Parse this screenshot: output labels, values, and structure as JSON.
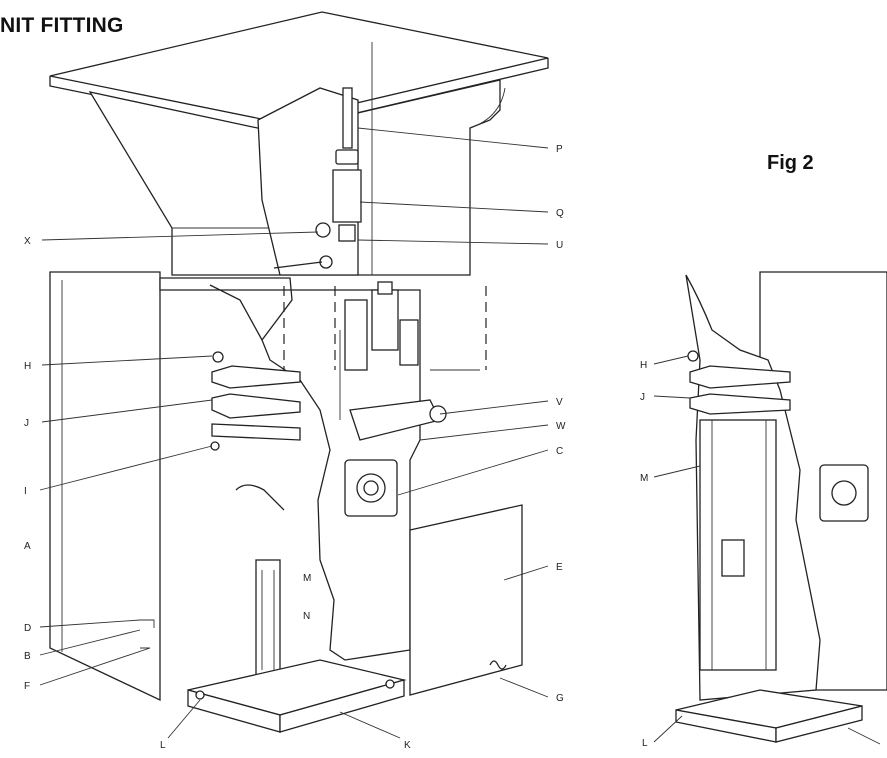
{
  "header": {
    "title": "NIT FITTING",
    "figure_label": "Fig 2"
  },
  "fig1_labels": {
    "P": "P",
    "Q": "Q",
    "U": "U",
    "X_top": "X",
    "H": "H",
    "J": "J",
    "I": "I",
    "V": "V",
    "W": "W",
    "C": "C",
    "A": "A",
    "M": "M",
    "N": "N",
    "E": "E",
    "D": "D",
    "B": "B",
    "F": "F",
    "G": "G",
    "L": "L",
    "K": "K"
  },
  "fig2_labels": {
    "H": "H",
    "J": "J",
    "M": "M",
    "L": "L"
  }
}
